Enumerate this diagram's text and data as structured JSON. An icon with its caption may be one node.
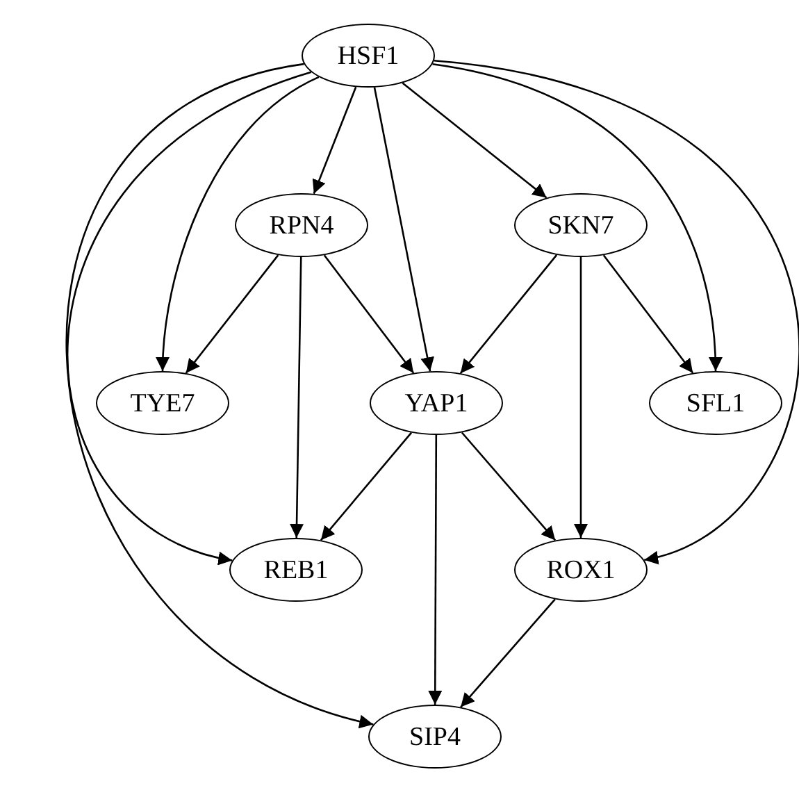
{
  "diagram": {
    "nodes": [
      {
        "text": [
          "HSF1"
        ]
      },
      {
        "text": [
          "RPN4"
        ]
      },
      {
        "text": [
          "SKN7"
        ]
      },
      {
        "text": [
          "TYE7"
        ]
      },
      {
        "text": [
          "YAP1"
        ]
      },
      {
        "text": [
          "SFL1"
        ]
      },
      {
        "text": [
          "REB1"
        ]
      },
      {
        "text": [
          "ROX1"
        ]
      },
      {
        "text": [
          "SIP4"
        ]
      }
    ],
    "edges": [
      {
        "from": 0,
        "to": 1,
        "arrow": "to"
      },
      {
        "from": 0,
        "to": 2,
        "arrow": "to"
      },
      {
        "from": 0,
        "to": 4,
        "arrow": "to"
      },
      {
        "from": 0,
        "to": 3,
        "arrow": "to"
      },
      {
        "from": 0,
        "to": 5,
        "arrow": "to"
      },
      {
        "from": 0,
        "to": 6,
        "arrow": "to"
      },
      {
        "from": 0,
        "to": 8,
        "arrow": "to"
      },
      {
        "from": 0,
        "to": 7,
        "arrow": "to"
      },
      {
        "from": 1,
        "to": 3,
        "arrow": "to"
      },
      {
        "from": 1,
        "to": 4,
        "arrow": "to"
      },
      {
        "from": 1,
        "to": 6,
        "arrow": "to"
      },
      {
        "from": 2,
        "to": 4,
        "arrow": "to"
      },
      {
        "from": 2,
        "to": 5,
        "arrow": "to"
      },
      {
        "from": 2,
        "to": 7,
        "arrow": "to"
      },
      {
        "from": 4,
        "to": 6,
        "arrow": "to"
      },
      {
        "from": 4,
        "to": 7,
        "arrow": "to"
      },
      {
        "from": 4,
        "to": 8,
        "arrow": "to"
      },
      {
        "from": 7,
        "to": 8,
        "arrow": "to"
      }
    ]
  }
}
